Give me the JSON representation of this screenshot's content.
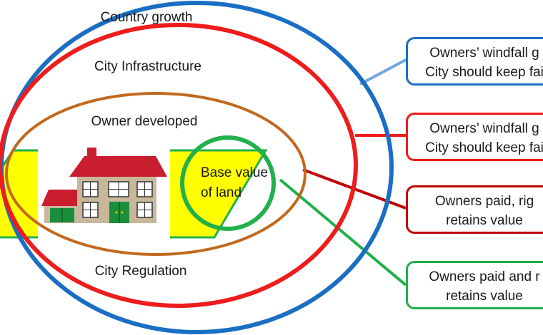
{
  "diagram": {
    "rings": [
      {
        "label": "Country growth",
        "color": "#1a6fc4"
      },
      {
        "label": "City Infrastructure",
        "color": "#ee1c1c"
      },
      {
        "label": "Owner developed",
        "color": "#c2691f"
      },
      {
        "label": "City Regulation",
        "color": "#ee1c1c"
      }
    ],
    "base_land": {
      "line1": "Base value",
      "line2": "of  land",
      "color": "#21b04b"
    },
    "house_colors": {
      "roof": "#c81e2e",
      "wall": "#c9b79c",
      "door": "#1a8f3b",
      "land": "#ffff00"
    },
    "callouts": [
      {
        "line1": "Owners’ windfall g",
        "line2": "City should keep fai",
        "color": "#1a6fc4",
        "connector_color": "#6fa6de"
      },
      {
        "line1": "Owners’ windfall g",
        "line2": "City should keep fai",
        "color": "#ee1c1c",
        "connector_color": "#ee1c1c"
      },
      {
        "line1": "Owners paid, rig",
        "line2": "retains value",
        "color": "#c00000",
        "connector_color": "#c00000"
      },
      {
        "line1": "Owners paid and r",
        "line2": "retains value",
        "color": "#21b04b",
        "connector_color": "#21b04b"
      }
    ]
  }
}
